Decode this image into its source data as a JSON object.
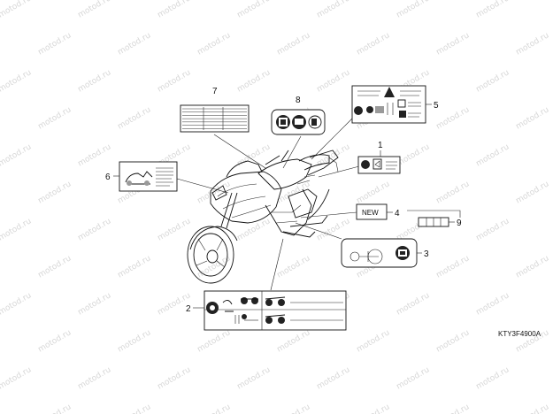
{
  "diagram": {
    "watermark_text": "motod.ru",
    "drawing_code": "KTY3F4900A",
    "new_badge_text": "NEW",
    "callouts": [
      "1",
      "2",
      "3",
      "4",
      "5",
      "6",
      "7",
      "8",
      "9"
    ]
  }
}
